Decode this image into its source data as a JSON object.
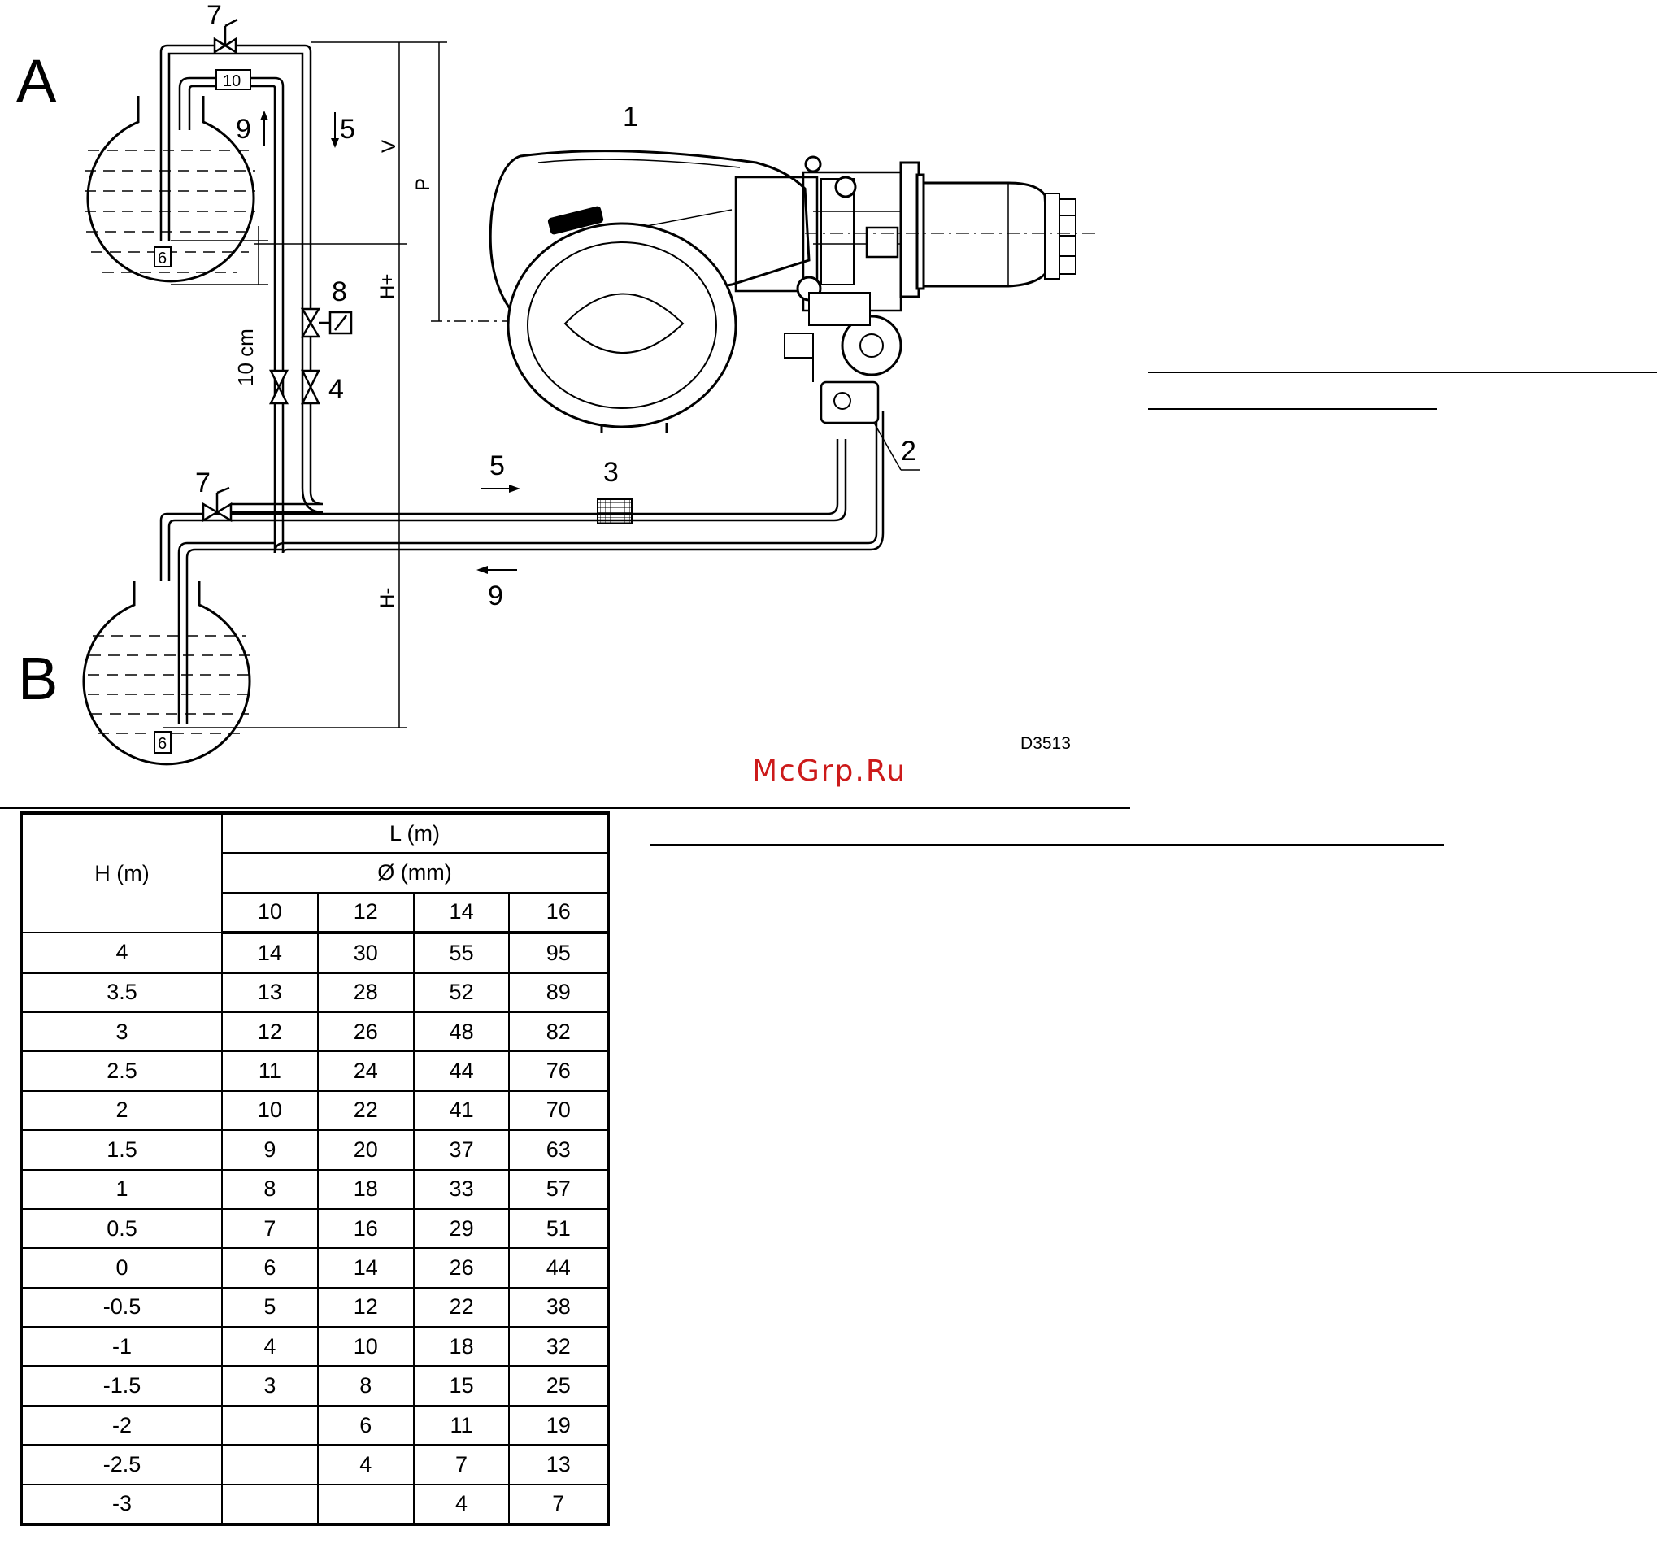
{
  "diagram": {
    "section_labels": {
      "a": "A",
      "b": "B"
    },
    "callouts": {
      "burner": "1",
      "pump": "2",
      "filter": "3",
      "valve_4": "4",
      "flow_supply_top": "5",
      "flow_supply_bottom": "5",
      "tank_top_foot_valve": "6",
      "tank_bottom_foot_valve": "6",
      "gate_valve_top": "7",
      "gate_valve_bottom": "7",
      "solenoid_valve": "8",
      "flow_return_top": "9",
      "flow_return_bottom": "9",
      "check_valve": "10"
    },
    "dimensions": {
      "v": "V",
      "p": "P",
      "h_plus": "H+",
      "h_minus": "H-",
      "ten_cm": "10 cm"
    },
    "drawing_code": "D3513",
    "watermark": "McGrp.Ru"
  },
  "table": {
    "h_header": "H (m)",
    "l_header": "L (m)",
    "d_header": "Ø (mm)",
    "diameters": [
      "10",
      "12",
      "14",
      "16"
    ],
    "rows": [
      {
        "h": "4",
        "v": [
          "14",
          "30",
          "55",
          "95"
        ]
      },
      {
        "h": "3.5",
        "v": [
          "13",
          "28",
          "52",
          "89"
        ]
      },
      {
        "h": "3",
        "v": [
          "12",
          "26",
          "48",
          "82"
        ]
      },
      {
        "h": "2.5",
        "v": [
          "11",
          "24",
          "44",
          "76"
        ]
      },
      {
        "h": "2",
        "v": [
          "10",
          "22",
          "41",
          "70"
        ]
      },
      {
        "h": "1.5",
        "v": [
          "9",
          "20",
          "37",
          "63"
        ]
      },
      {
        "h": "1",
        "v": [
          "8",
          "18",
          "33",
          "57"
        ]
      },
      {
        "h": "0.5",
        "v": [
          "7",
          "16",
          "29",
          "51"
        ]
      },
      {
        "h": "0",
        "v": [
          "6",
          "14",
          "26",
          "44"
        ]
      },
      {
        "h": "-0.5",
        "v": [
          "5",
          "12",
          "22",
          "38"
        ]
      },
      {
        "h": "-1",
        "v": [
          "4",
          "10",
          "18",
          "32"
        ]
      },
      {
        "h": "-1.5",
        "v": [
          "3",
          "8",
          "15",
          "25"
        ]
      },
      {
        "h": "-2",
        "v": [
          "",
          "6",
          "11",
          "19"
        ]
      },
      {
        "h": "-2.5",
        "v": [
          "",
          "4",
          "7",
          "13"
        ]
      },
      {
        "h": "-3",
        "v": [
          "",
          "",
          "4",
          "7"
        ]
      }
    ]
  }
}
